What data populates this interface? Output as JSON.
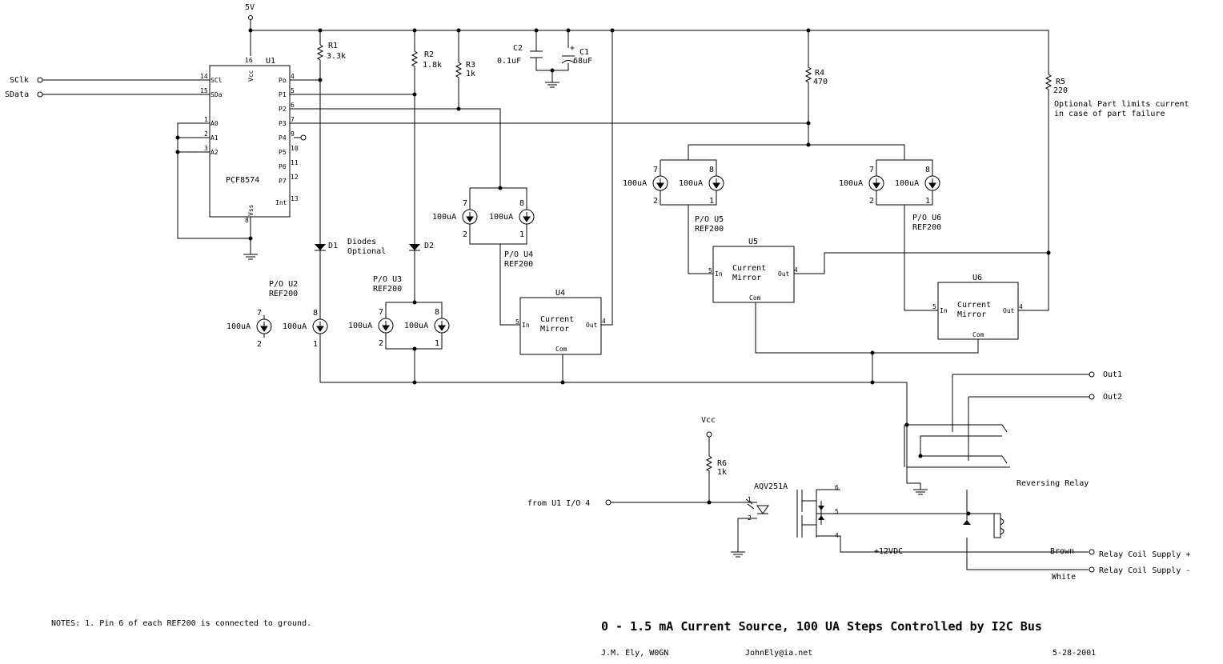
{
  "ic_u1": {
    "ref": "U1",
    "part": "PCF8574",
    "pins": {
      "sc1": "SCl",
      "sda": "SDa",
      "a0": "A0",
      "a1": "A1",
      "a2": "A2",
      "po": "Po",
      "p1": "P1",
      "p2": "P2",
      "p3": "P3",
      "p4": "P4",
      "p5": "P5",
      "p6": "P6",
      "p7": "P7",
      "int": "Int",
      "vcc": "Vcc",
      "vss": "Vss"
    },
    "pinnums": {
      "sc1": "14",
      "sda": "15",
      "a0": "1",
      "a1": "2",
      "a2": "3",
      "po": "4",
      "p1": "5",
      "p2": "6",
      "p3": "7",
      "p4": "9",
      "p5": "10",
      "p6": "11",
      "p7": "12",
      "int": "13",
      "vcc": "16",
      "vss": "8"
    }
  },
  "supply": {
    "five_v": "5V",
    "vcc": "Vcc",
    "plus12": "+12VDC"
  },
  "inputs": {
    "sclk": "SClk",
    "sdata": "SData",
    "from_u1": "from U1 I/O 4"
  },
  "resistors": {
    "r1": {
      "ref": "R1",
      "value": "3.3k"
    },
    "r2": {
      "ref": "R2",
      "value": "1.8k"
    },
    "r3": {
      "ref": "R3",
      "value": "1k"
    },
    "r4": {
      "ref": "R4",
      "value": "470"
    },
    "r5": {
      "ref": "R5",
      "value": "220"
    },
    "r6": {
      "ref": "R6",
      "value": "1k"
    }
  },
  "capacitors": {
    "c2": {
      "ref": "C2",
      "value": "0.1uF"
    },
    "c1": {
      "ref": "C1",
      "value": "68uF"
    }
  },
  "plus_sign": "+",
  "diodes": {
    "d1": "D1",
    "d2": "D2",
    "note": "Diodes\nOptional"
  },
  "note_r5": "Optional Part limits current\nin case of part failure",
  "current_source_label": "100uA",
  "pin_labels": {
    "p1": "1",
    "p2": "2",
    "p7": "7",
    "p8": "8",
    "p4": "4",
    "p5": "5",
    "p6": "6"
  },
  "ref200_parts": {
    "u2": "P/O U2\nREF200",
    "u3": "P/O U3\nREF200",
    "u4": "P/O U4\nREF200",
    "u5": "P/O U5\nREF200",
    "u6": "P/O U6\nREF200"
  },
  "mirrors": {
    "u4": {
      "ref": "U4",
      "title": "Current\nMirror",
      "in": "In",
      "out": "Out",
      "com": "Com"
    },
    "u5": {
      "ref": "U5",
      "title": "Current\nMirror",
      "in": "In",
      "out": "Out",
      "com": "Com"
    },
    "u6": {
      "ref": "U6",
      "title": "Current\nMirror",
      "in": "In",
      "out": "Out",
      "com": "Com"
    }
  },
  "outputs": {
    "out1": "Out1",
    "out2": "Out2"
  },
  "relay": {
    "label": "Reversing Relay",
    "ssr": "AQV251A",
    "brown": "Brown",
    "white": "White",
    "coil_plus": "Relay Coil Supply +",
    "coil_minus": "Relay Coil Supply -"
  },
  "notes": "NOTES: 1.  Pin 6 of each REF200 is connected to ground.",
  "title": "0 - 1.5 mA Current Source,  100 UA Steps Controlled by I2C Bus",
  "author": "J.M. Ely,  W0GN",
  "email": "JohnEly@ia.net",
  "date": "5-28-2001"
}
